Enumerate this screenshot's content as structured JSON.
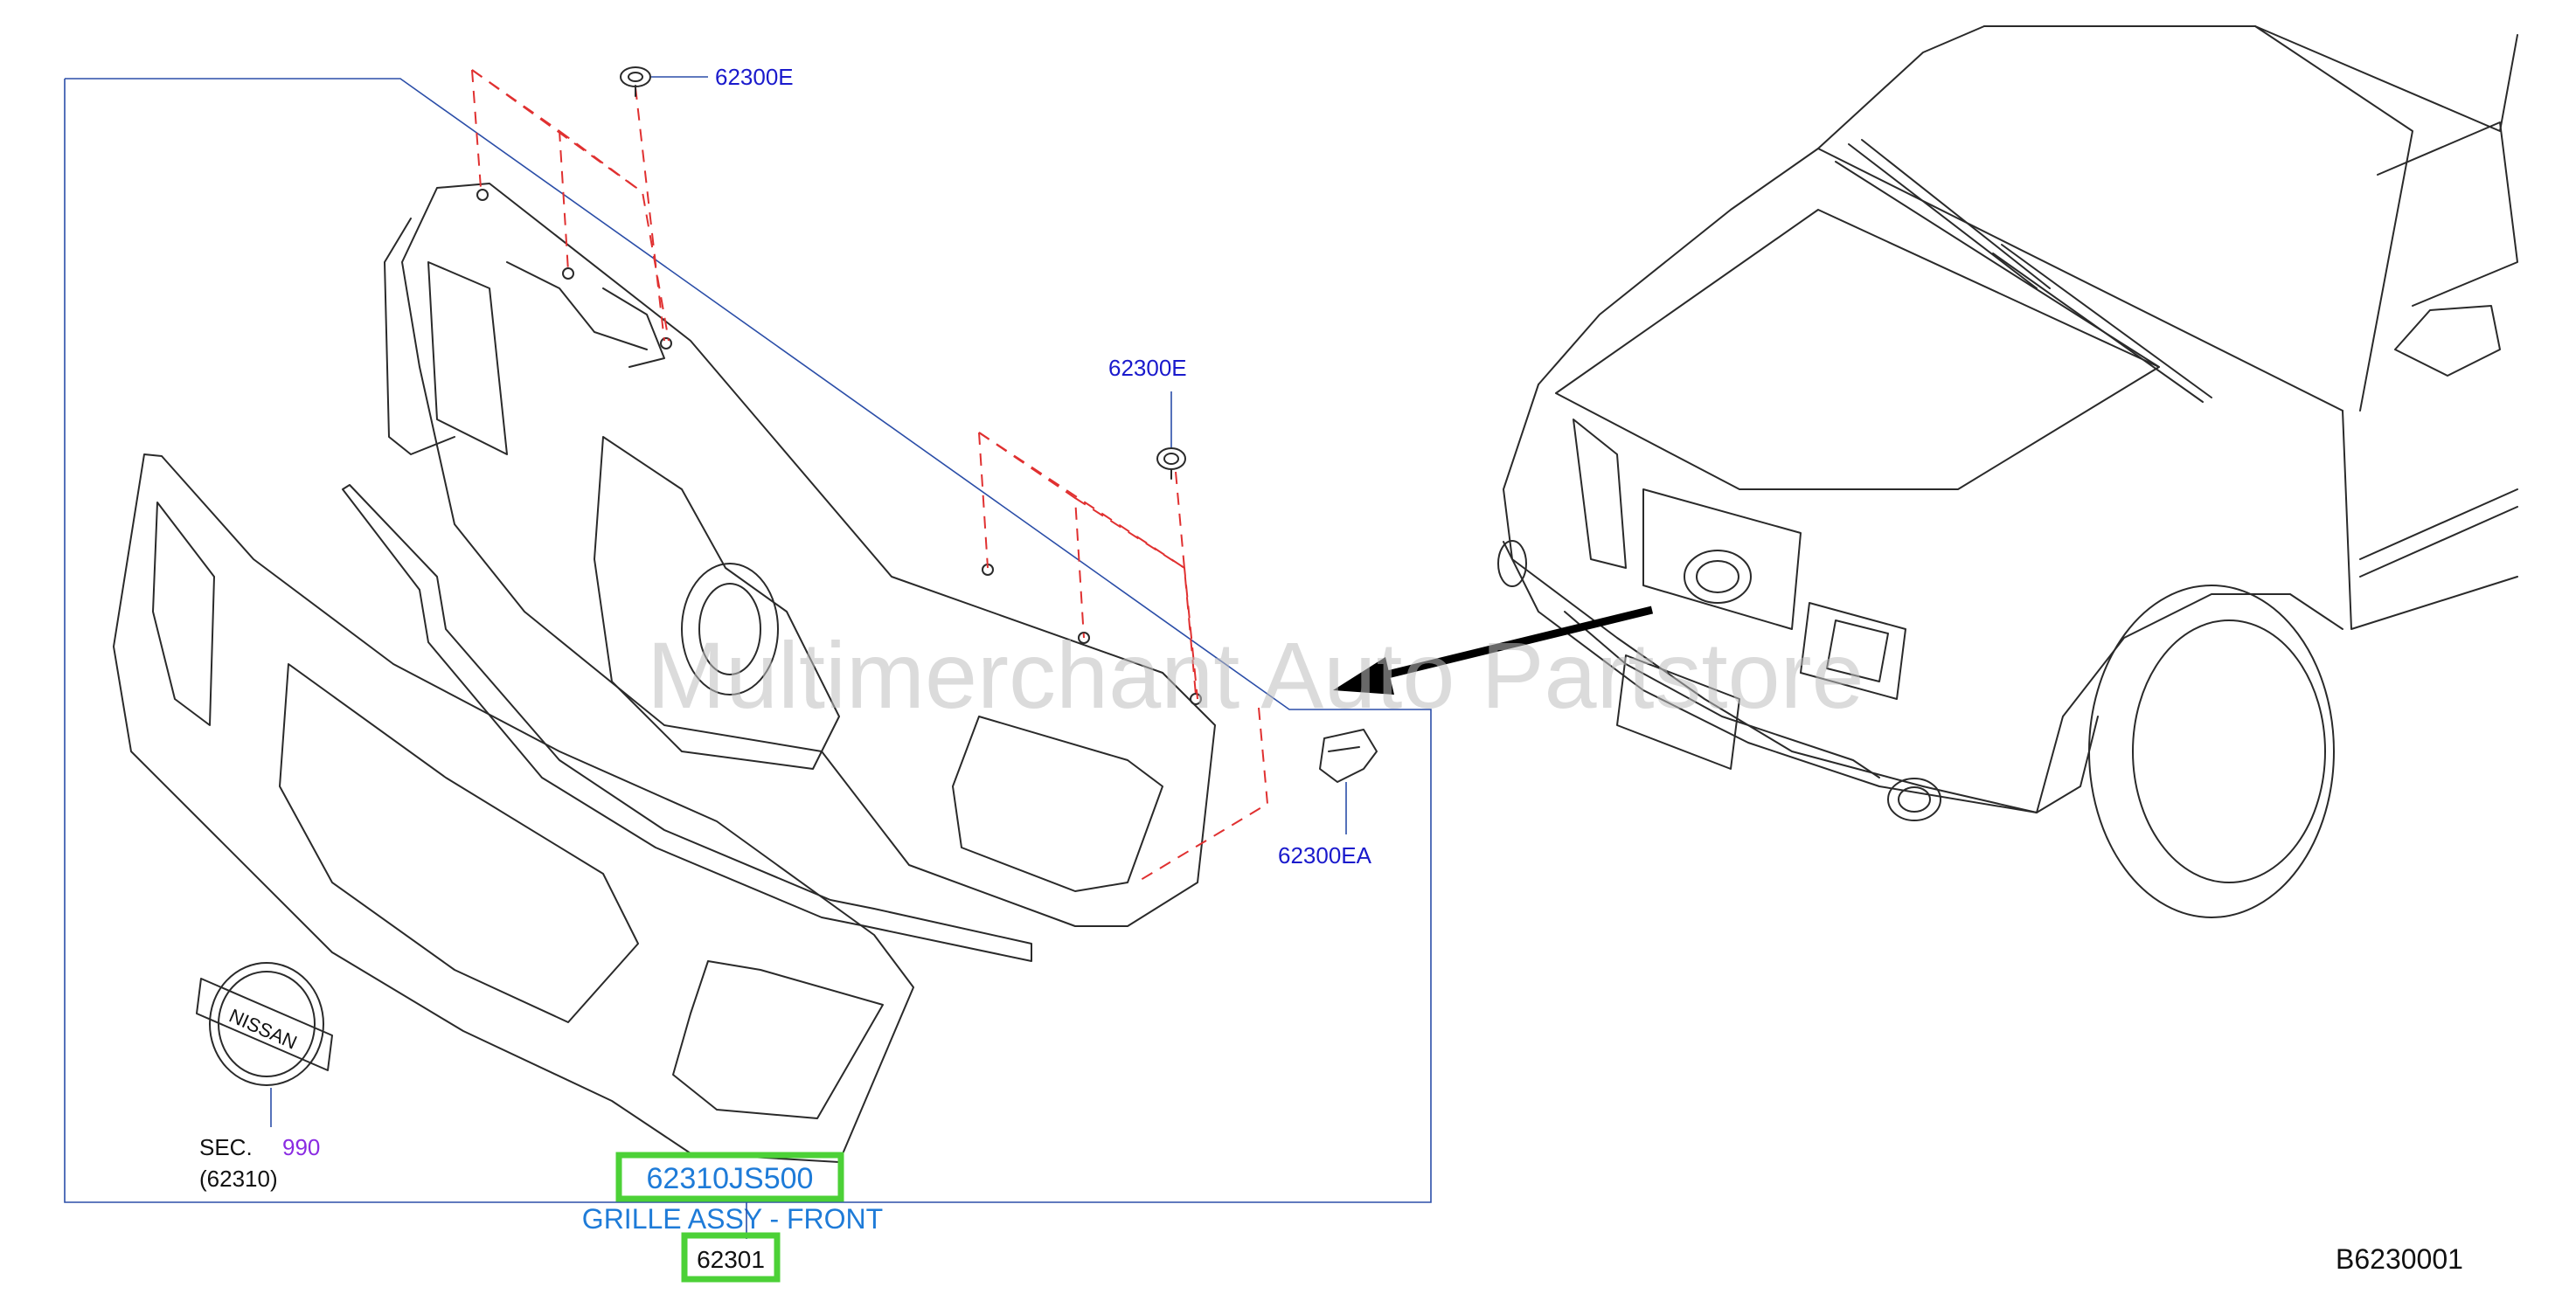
{
  "diagram": {
    "watermark": "Multimerchant Auto Partstore",
    "diagram_code": "B6230001",
    "callouts": [
      {
        "id": "clip-top",
        "label": "62300E"
      },
      {
        "id": "clip-mid",
        "label": "62300E"
      },
      {
        "id": "clip-side",
        "label": "62300EA"
      }
    ],
    "section_ref": {
      "prefix": "SEC.",
      "number": "990",
      "sub": "(62310)"
    },
    "main_part": {
      "part_number": "62310JS500",
      "description": "GRILLE ASSY - FRONT",
      "sub_code": "62301"
    },
    "emblem_text": "NISSAN",
    "colors": {
      "highlight": "#4cd137",
      "callout": "#1a1acc",
      "dash": "#e03030",
      "frame": "#2b4ea8"
    }
  }
}
